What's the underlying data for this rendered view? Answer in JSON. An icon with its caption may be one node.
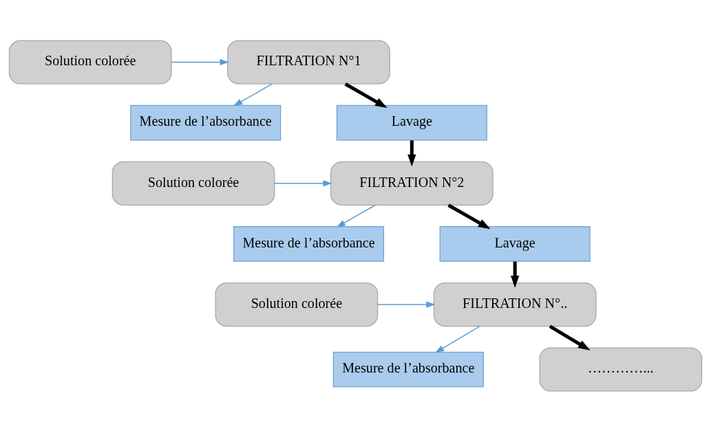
{
  "diagram": {
    "nodes": [
      {
        "text": [
          "Solution colorée"
        ]
      },
      {
        "text": [
          "FILTRATION N°1"
        ]
      },
      {
        "text": [
          "Mesure de l’absorbance"
        ]
      },
      {
        "text": [
          "Lavage"
        ]
      },
      {
        "text": [
          "Solution colorée"
        ]
      },
      {
        "text": [
          "FILTRATION N°2"
        ]
      },
      {
        "text": [
          "Mesure de l’absorbance"
        ]
      },
      {
        "text": [
          "Lavage"
        ]
      },
      {
        "text": [
          "Solution colorée"
        ]
      },
      {
        "text": [
          "FILTRATION N°.."
        ]
      },
      {
        "text": [
          "Mesure de l’absorbance"
        ]
      },
      {
        "text": [
          "…………..."
        ]
      }
    ],
    "edges": [
      {
        "from": 0,
        "to": 1,
        "arrow": "to"
      },
      {
        "from": 1,
        "to": 3,
        "arrow": "to",
        "style": "thick",
        "color": "#000000"
      },
      {
        "from": 1,
        "to": 2,
        "arrow": "to"
      },
      {
        "from": 3,
        "to": 5,
        "arrow": "to",
        "style": "thick",
        "color": "#000000"
      },
      {
        "from": 4,
        "to": 5,
        "arrow": "to"
      },
      {
        "from": 5,
        "to": 7,
        "arrow": "to",
        "style": "thick",
        "color": "#000000"
      },
      {
        "from": 5,
        "to": 6,
        "arrow": "to"
      },
      {
        "from": 7,
        "to": 9,
        "arrow": "to",
        "style": "thick",
        "color": "#000000"
      },
      {
        "from": 8,
        "to": 9,
        "arrow": "to"
      },
      {
        "from": 9,
        "to": 11,
        "arrow": "to",
        "style": "thick",
        "color": "#000000"
      },
      {
        "from": 9,
        "to": 10,
        "arrow": "to"
      }
    ]
  }
}
